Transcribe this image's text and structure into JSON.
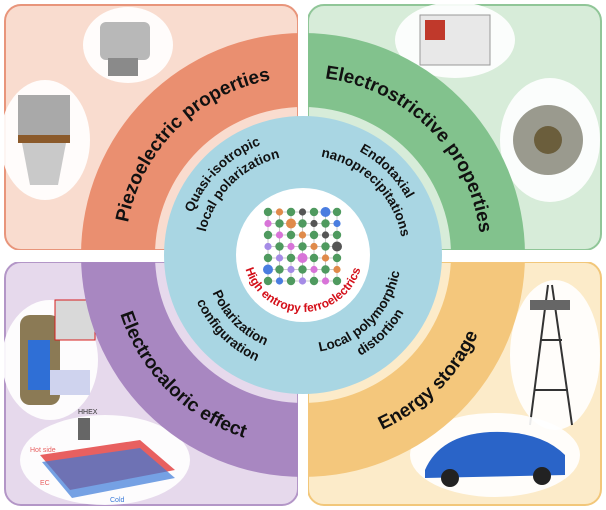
{
  "title": "High entropy ferroelectrics application overview",
  "colors": {
    "piezo": "#ea8f70",
    "electrostrictive": "#82c28d",
    "electrocaloric": "#a887c1",
    "energy": "#f4c77c",
    "blue_ring": "#a9d6e3",
    "core_text": "#d4101a"
  },
  "quadrants": {
    "piezo": {
      "label": "Piezoelectric properties"
    },
    "electrostrictive": {
      "label": "Electrostrictive properties"
    },
    "electrocaloric": {
      "label": "Electrocaloric effect"
    },
    "energy": {
      "label": "Energy storage"
    }
  },
  "mechanisms": {
    "top_left": {
      "line1": "Quasi-isotropic",
      "line2": "local polarization"
    },
    "top_right": {
      "line1": "Endotaxial",
      "line2": "nanoprecipitations"
    },
    "bottom_left": {
      "line1": "Polarization",
      "line2": "configuration"
    },
    "bottom_right": {
      "line1": "Local polymorphic",
      "line2": "distortion"
    }
  },
  "core": {
    "label": "High entropy ferroelectrics"
  },
  "figure_labels": {
    "hhex": "HHEX",
    "hot_side": "Hot side",
    "ec": "EC",
    "cold": "Cold"
  }
}
